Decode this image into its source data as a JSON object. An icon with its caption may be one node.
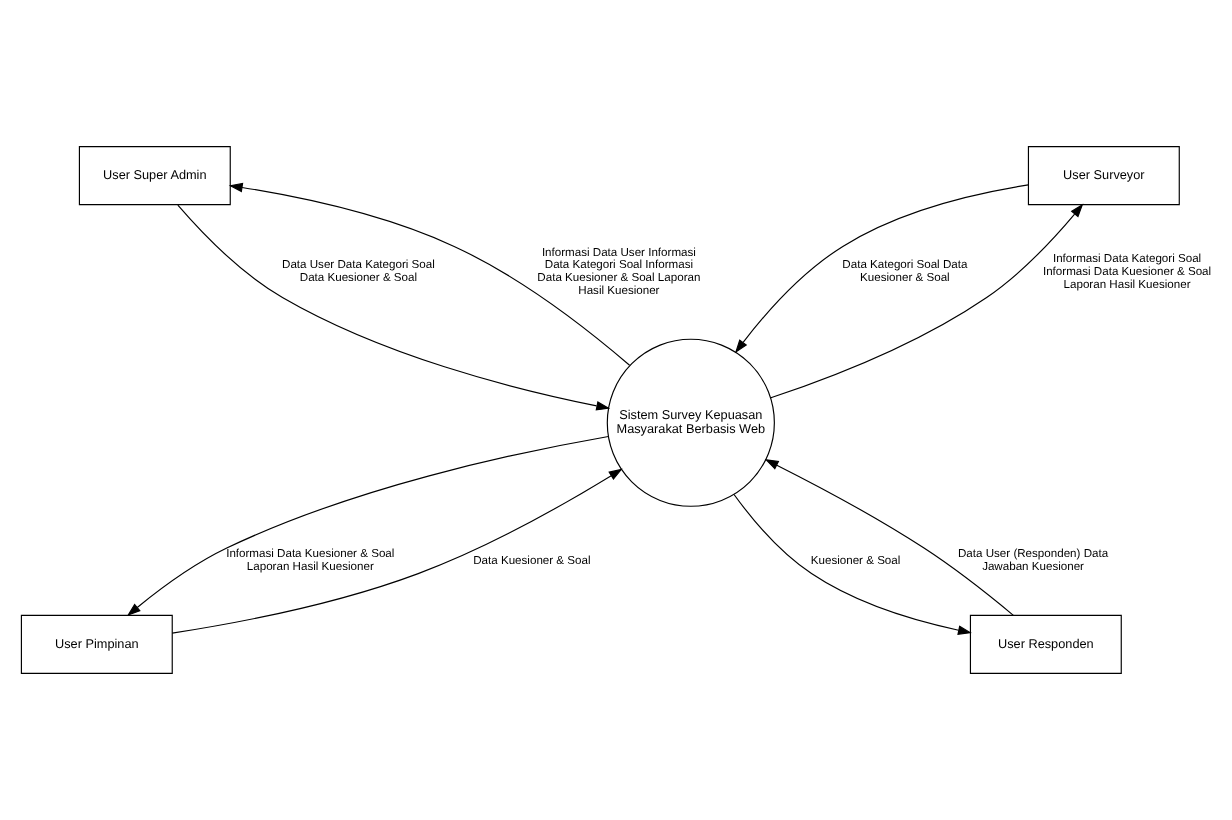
{
  "diagram": {
    "nodes": [
      {
        "text": [
          "User Super Admin"
        ]
      },
      {
        "text": [
          "User Surveyor"
        ]
      },
      {
        "text": [
          "Sistem Survey Kepuasan Masyarakat Berbasis Web"
        ]
      },
      {
        "text": [
          "User Pimpinan"
        ]
      },
      {
        "text": [
          "User Responden"
        ]
      }
    ],
    "edges": [
      {
        "from": 0,
        "to": 2,
        "arrow": "to",
        "label": "Data User Data Kategori Soal Data Kuesioner & Soal"
      },
      {
        "from": 2,
        "to": 0,
        "arrow": "to",
        "label": "Informasi Data User Informasi Data Kategori Soal Informasi Data Kuesioner & Soal Laporan Hasil Kuesioner"
      },
      {
        "from": 1,
        "to": 2,
        "arrow": "to",
        "label": "Data Kategori Soal Data Kuesioner & Soal"
      },
      {
        "from": 2,
        "to": 1,
        "arrow": "to",
        "label": "Informasi Data Kategori Soal Informasi Data Kuesioner & Soal Laporan Hasil Kuesioner"
      },
      {
        "from": 3,
        "to": 2,
        "arrow": "to",
        "label": "Data Kuesioner & Soal"
      },
      {
        "from": 2,
        "to": 3,
        "arrow": "to",
        "label": "Informasi Data Kuesioner & Soal Laporan Hasil Kuesioner"
      },
      {
        "from": 4,
        "to": 2,
        "arrow": "to",
        "label": "Data User (Responden) Data Jawaban Kuesioner"
      },
      {
        "from": 2,
        "to": 4,
        "arrow": "to",
        "label": "Kuesioner & Soal"
      }
    ]
  }
}
